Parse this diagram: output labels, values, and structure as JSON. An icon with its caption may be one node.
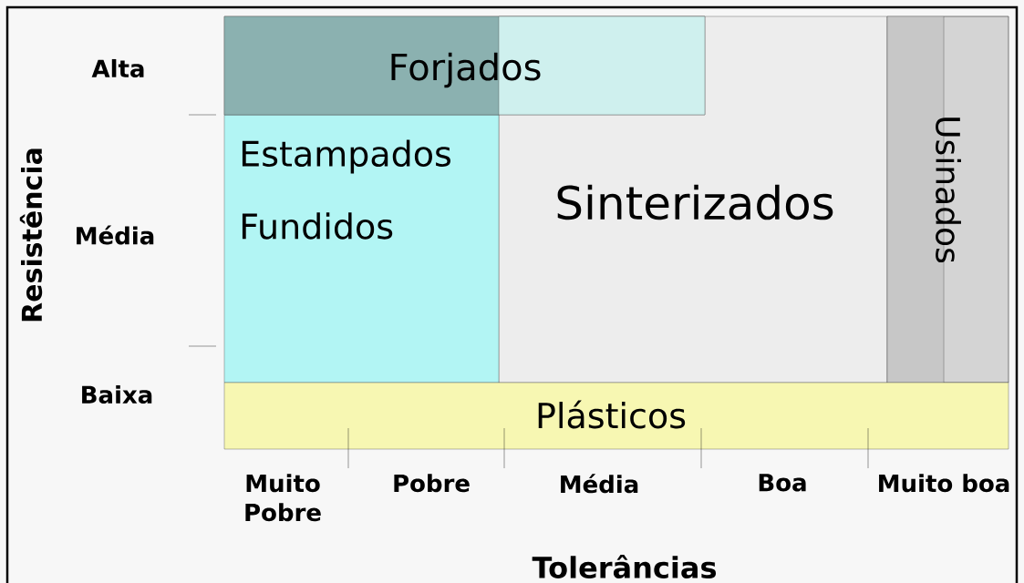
{
  "diagram": {
    "nodes": [
      {
        "text": [
          "Forjados"
        ]
      },
      {
        "text": [
          "Estampados",
          "Fundidos"
        ]
      },
      {
        "text": [
          "Sinterizados"
        ]
      },
      {
        "text": [
          "Usinados"
        ]
      },
      {
        "text": [
          "Plásticos"
        ]
      }
    ],
    "labels": [
      "Alta",
      "Média",
      "Baixa",
      "Resistência",
      "Muito Pobre",
      "Pobre",
      "Média",
      "Boa",
      "Muito boa",
      "Tolerâncias"
    ]
  }
}
